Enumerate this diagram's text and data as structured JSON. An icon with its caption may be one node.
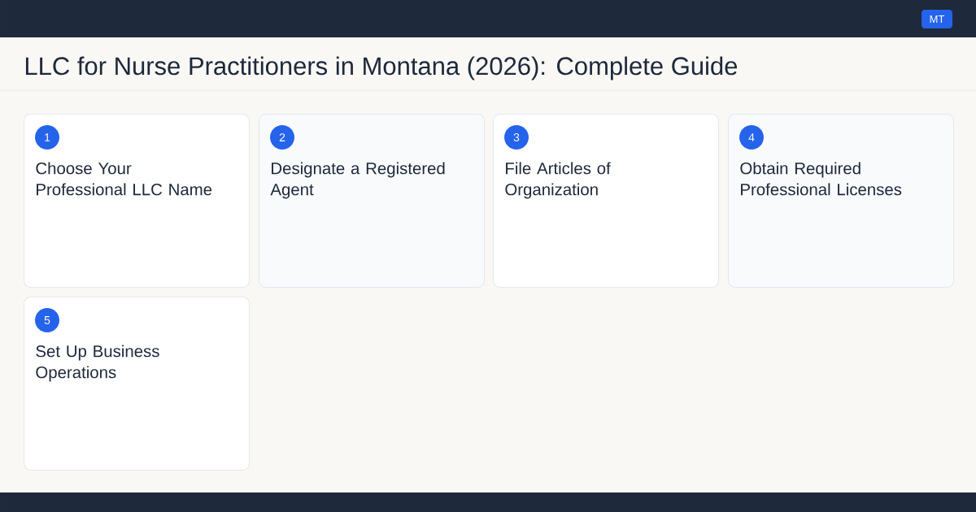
{
  "diagram": {
    "title": "LLC for Nurse Practitioners in Montana (2026): Complete Guide",
    "nodes": [
      {
        "text": [
          "MT"
        ]
      },
      {
        "text": [
          "1",
          "Choose Your Professional LLC Name"
        ]
      },
      {
        "text": [
          "2",
          "Designate a Registered Agent"
        ]
      },
      {
        "text": [
          "3",
          "File Articles of Organization"
        ]
      },
      {
        "text": [
          "4",
          "Obtain Required Professional Licenses"
        ]
      },
      {
        "text": [
          "5",
          "Set Up Business Operations"
        ]
      }
    ]
  }
}
